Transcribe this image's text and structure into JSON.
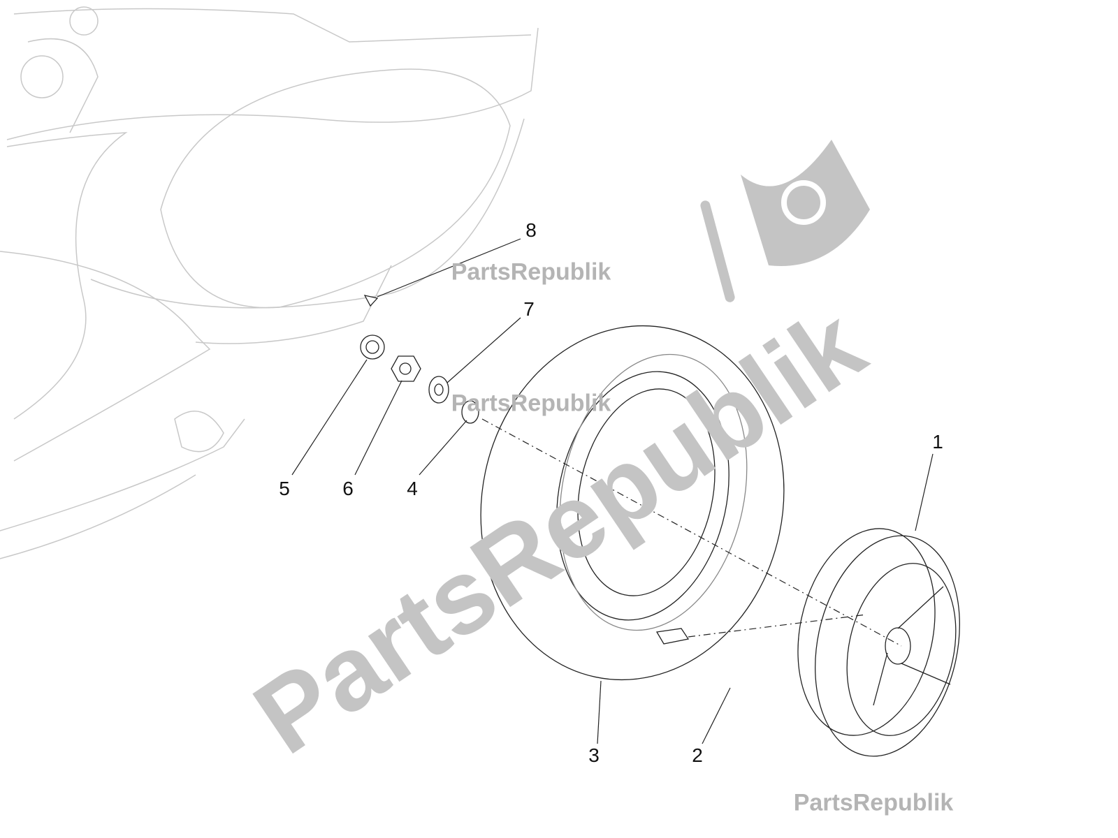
{
  "diagram": {
    "watermark": {
      "text": "PartsRepublik",
      "color": "#b4b4b4",
      "icon": "gear-flag-icon"
    },
    "callouts": [
      {
        "id": "1",
        "label": "1"
      },
      {
        "id": "2",
        "label": "2"
      },
      {
        "id": "3",
        "label": "3"
      },
      {
        "id": "4",
        "label": "4"
      },
      {
        "id": "5",
        "label": "5"
      },
      {
        "id": "6",
        "label": "6"
      },
      {
        "id": "7",
        "label": "7"
      },
      {
        "id": "8",
        "label": "8"
      }
    ],
    "parts": [
      "rim",
      "valve",
      "tyre",
      "washer",
      "bearing",
      "nut",
      "washer",
      "cotter-pin"
    ]
  }
}
